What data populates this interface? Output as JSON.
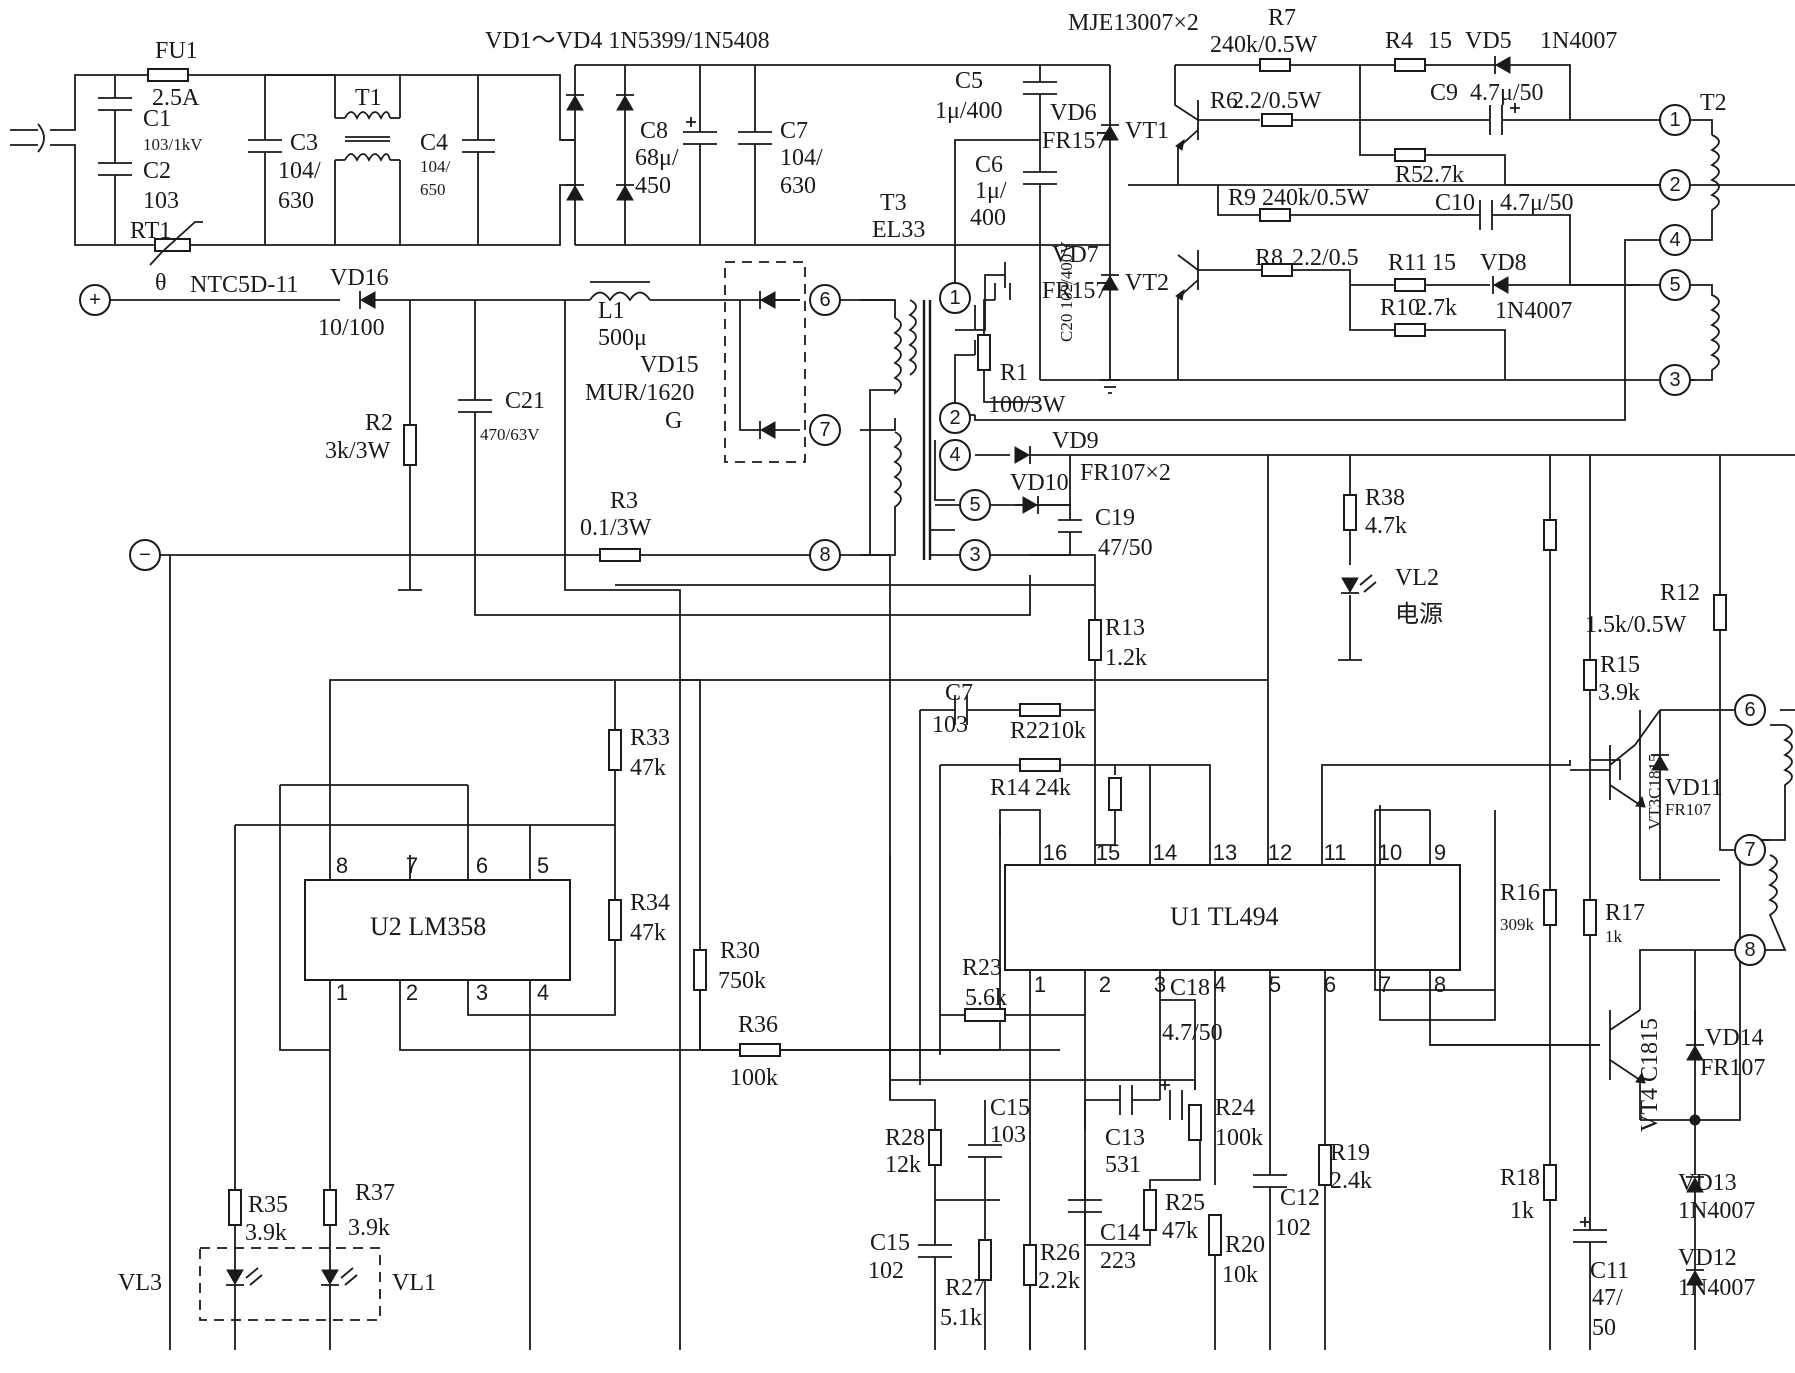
{
  "header": {
    "rectifier_title": "VD1～VD4 1N5399/1N5408",
    "switch_title": "MJE13007×2"
  },
  "input": {
    "fu1": "FU1",
    "fu1_val": "2.5A",
    "c1": "C1",
    "c1_val": "103/1kV",
    "c2": "C2",
    "c2_val": "103",
    "rt1": "RT1",
    "theta": "θ",
    "ntc": "NTC5D-11",
    "c3": "C3",
    "c3_val_a": "104/",
    "c3_val_b": "630",
    "t1": "T1",
    "c4": "C4",
    "c4_val_a": "104/",
    "c4_val_b": "650",
    "c8": "C8",
    "c8_val_a": "68μ/",
    "c8_val_b": "450",
    "c7": "C7",
    "c7_val_a": "104/",
    "c7_val_b": "630"
  },
  "halfbridge": {
    "c5": "C5",
    "c5_val": "1μ/400",
    "c6": "C6",
    "c6_val_a": "1μ/",
    "c6_val_b": "400",
    "t3": "T3",
    "t3_core": "EL33",
    "vd6": "VD6",
    "vd6_val": "FR157",
    "vd7": "VD7",
    "vd7_val": "FR157",
    "vt1": "VT1",
    "vt2": "VT2",
    "r7": "R7",
    "r7_val": "240k/0.5W",
    "r4": "R4",
    "r4_val": "15",
    "vd5": "VD5",
    "vd5_val": "1N4007",
    "r6": "R6",
    "r6_val": "2.2/0.5W",
    "c9": "C9",
    "c9_val": "4.7μ/50",
    "r5": "R5",
    "r5_val": "2.7k",
    "r9": "R9",
    "r9_val": "240k/0.5W",
    "c10": "C10",
    "c10_val": "4.7μ/50",
    "r8": "R8",
    "r8_val": "2.2/0.5",
    "r11": "R11",
    "r11_val": "15",
    "vd8": "VD8",
    "vd8_val": "1N4007",
    "r10": "R10",
    "r10_val": "2.7k",
    "t2": "T2",
    "c20_val": "C20 102/400V",
    "r1": "R1",
    "r1_val": "100/3W"
  },
  "output": {
    "plus": "+",
    "minus": "−",
    "vd16": "VD16",
    "vd16_val": "10/100",
    "l1": "L1",
    "l1_val": "500μ",
    "vd15": "VD15",
    "vd15_val_a": "MUR/1620",
    "vd15_val_b": "G",
    "r2": "R2",
    "r2_val": "3k/3W",
    "c21": "C21",
    "c21_val": "470/63V",
    "r3": "R3",
    "r3_val": "0.1/3W",
    "vd9": "VD9",
    "vd9_val": "FR107×2",
    "vd10": "VD10",
    "c19": "C19",
    "c19_val": "47/50",
    "r38": "R38",
    "r38_val": "4.7k",
    "vl2": "VL2",
    "vl2_name": "电源"
  },
  "control": {
    "u1": "U1  TL494",
    "u2": "U2  LM358",
    "r13": "R13",
    "r13_val": "1.2k",
    "c7b": "C7",
    "c7b_val": "103",
    "r22": "R22",
    "r22_val": "10k",
    "r14": "R14",
    "r14_val": "24k",
    "r33": "R33",
    "r33_val": "47k",
    "r34": "R34",
    "r34_val": "47k",
    "r30": "R30",
    "r30_val": "750k",
    "r36": "R36",
    "r36_val": "100k",
    "r23": "R23",
    "r23_val": "5.6k",
    "c18": "C18",
    "c18_val": "4.7/50",
    "c15a": "C15",
    "c15a_val": "103",
    "r28": "R28",
    "r28_val": "12k",
    "c13": "C13",
    "c13_val": "531",
    "r24": "R24",
    "r24_val": "100k",
    "c12": "C12",
    "c12_val": "102",
    "r19": "R19",
    "r19_val": "2.4k",
    "c15b": "C15",
    "c15b_val": "102",
    "r27": "R27",
    "r27_val": "5.1k",
    "r26": "R26",
    "r26_val": "2.2k",
    "c14": "C14",
    "c14_val": "223",
    "r25": "R25",
    "r25_val": "47k",
    "r20": "R20",
    "r20_val": "10k",
    "r35": "R35",
    "r35_val": "3.9k",
    "r37": "R37",
    "r37_val": "3.9k",
    "vl3": "VL3",
    "vl1": "VL1"
  },
  "driver": {
    "r12": "R12",
    "r12_val": "1.5k/0.5W",
    "r15": "R15",
    "r15_val": "3.9k",
    "r16": "R16",
    "r16_val": "309k",
    "r17": "R17",
    "r17_val": "1k",
    "r18": "R18",
    "r18_val": "1k",
    "vt3": "VT3C1815",
    "vd11": "VD11",
    "vd11_val": "FR107",
    "vt4": "VT4 C1815",
    "vd14": "VD14",
    "vd14_val": "FR107",
    "vd13": "VD13",
    "vd13_val": "1N4007",
    "vd12": "VD12",
    "vd12_val": "1N4007",
    "c11": "C11",
    "c11_val_a": "47/",
    "c11_val_b": "50"
  },
  "u1_pins": [
    "1",
    "2",
    "3",
    "4",
    "5",
    "6",
    "7",
    "8",
    "9",
    "10",
    "11",
    "12",
    "13",
    "14",
    "15",
    "16"
  ],
  "u2_pins": [
    "1",
    "2",
    "3",
    "4",
    "5",
    "6",
    "7",
    "8"
  ],
  "t2_nodes": [
    "1",
    "2",
    "3",
    "4",
    "5"
  ],
  "t3_nodes": [
    "1",
    "2",
    "3",
    "4",
    "5",
    "6",
    "7",
    "8"
  ],
  "drv_nodes": [
    "6",
    "7",
    "8"
  ]
}
